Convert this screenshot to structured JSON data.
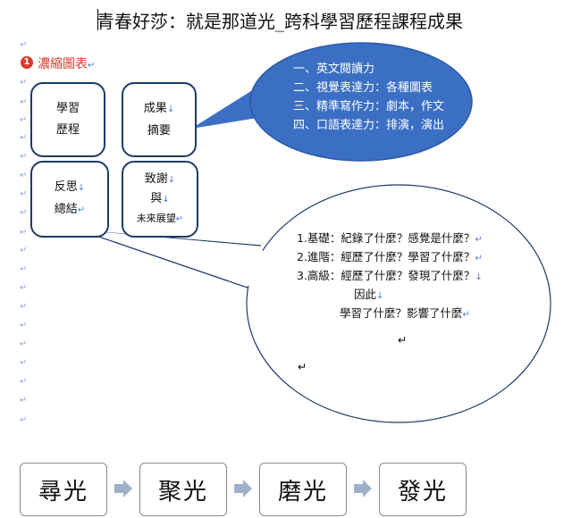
{
  "title": "青春好莎：就是那道光_跨科學習歷程課程成果",
  "paragraph_mark": "↵",
  "section": {
    "number": "1",
    "label": "濃縮圖表"
  },
  "boxes": {
    "learning_process": {
      "line1": "學習",
      "line2": "歷程"
    },
    "results_summary": {
      "line1": "成果",
      "line2": "摘要"
    },
    "reflection": {
      "line1": "反思",
      "line2": "總結"
    },
    "thanks": {
      "line1": "致謝",
      "line2": "與",
      "line3": "未來展望"
    }
  },
  "blue_callout": {
    "items": [
      "一、英文閱讀力",
      "二、視覺表達力：各種圖表",
      "三、精準寫作力：劇本，作文",
      "四、口語表達力：排演，演出"
    ]
  },
  "white_callout": {
    "line1": "1.基礎：紀錄了什麼？感覺是什麼？",
    "line2": "2.進階：經歷了什麼？學習了什麼？",
    "line3": "3.高級：經歷了什麼？發現了什麼？",
    "line4": "因此",
    "line5": "學習了什麼？影響了什麼"
  },
  "flow_steps": [
    "尋光",
    "聚光",
    "磨光",
    "發光"
  ],
  "colors": {
    "accent_red": "#d93a2b",
    "box_border": "#1f3a68",
    "bubble_blue": "#3b6fc4",
    "arrow_gray": "#9fb0c8"
  }
}
